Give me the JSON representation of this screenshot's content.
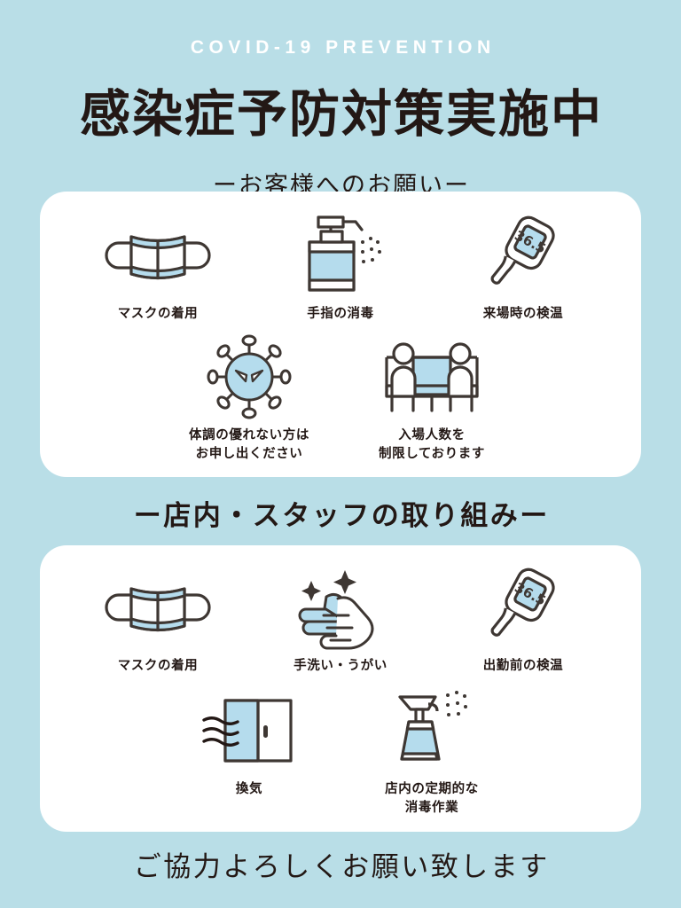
{
  "poster": {
    "eyebrow": "COVID-19 PREVENTION",
    "main_title": "感染症予防対策実施中",
    "subtitle": "ーお客様へのお願いー",
    "divider_title": "ー店内・スタッフの取り組みー",
    "footer_title": "ご協力よろしくお願い致します"
  },
  "colors": {
    "background": "#b9dee7",
    "card": "#ffffff",
    "ink": "#231815",
    "accent_fill": "#b5dced",
    "eyebrow_text": "#ffffff"
  },
  "customer_section": {
    "items": [
      {
        "icon": "face-mask-icon",
        "label": "マスクの着用"
      },
      {
        "icon": "hand-sanitizer-icon",
        "label": "手指の消毒"
      },
      {
        "icon": "thermometer-icon",
        "label": "来場時の検温",
        "reading": "36.5"
      },
      {
        "icon": "virus-icon",
        "label": "体調の優れない方は\nお申し出ください"
      },
      {
        "icon": "distanced-seating-icon",
        "label": "入場人数を\n制限しております"
      }
    ]
  },
  "staff_section": {
    "items": [
      {
        "icon": "face-mask-icon",
        "label": "マスクの着用"
      },
      {
        "icon": "hand-washing-icon",
        "label": "手洗い・うがい"
      },
      {
        "icon": "thermometer-icon",
        "label": "出勤前の検温",
        "reading": "36.5"
      },
      {
        "icon": "window-airflow-icon",
        "label": "換気"
      },
      {
        "icon": "spray-bottle-icon",
        "label": "店内の定期的な\n消毒作業"
      }
    ]
  }
}
